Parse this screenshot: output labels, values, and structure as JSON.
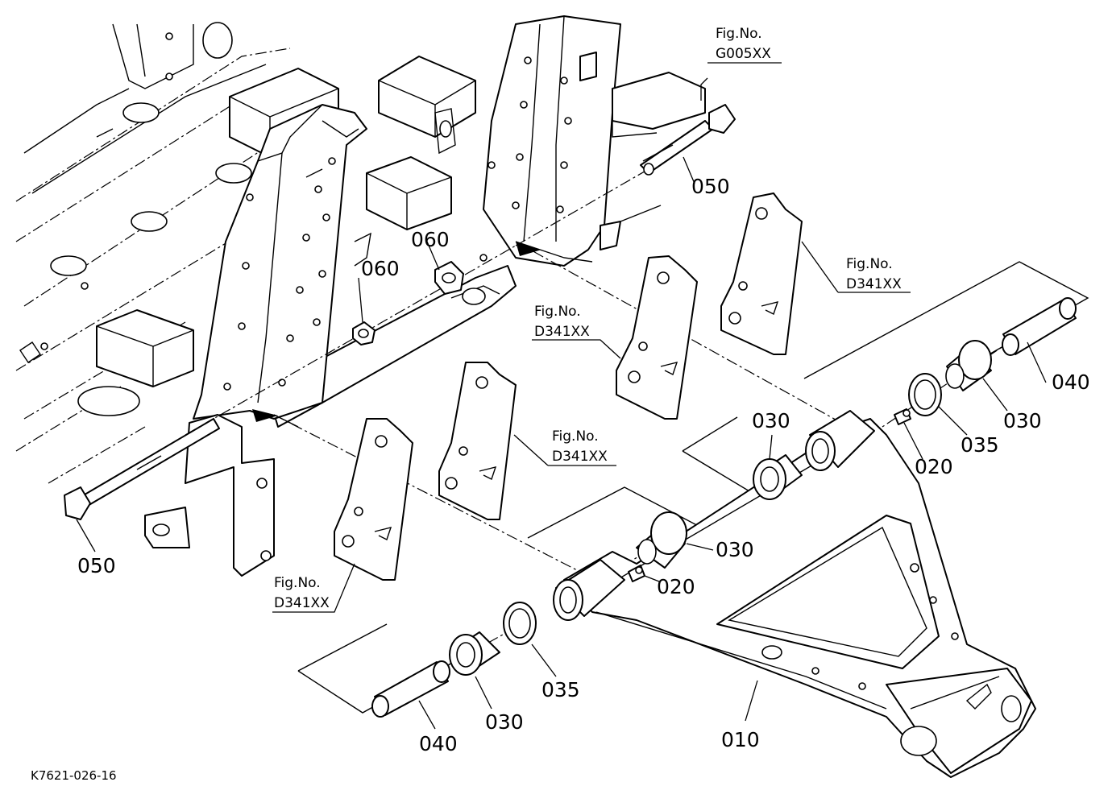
{
  "drawing_ref": "K7621-026-16",
  "part_labels": {
    "p010": "010",
    "p020a": "020",
    "p020b": "020",
    "p030a": "030",
    "p030b": "030",
    "p030c": "030",
    "p030d": "030",
    "p035a": "035",
    "p035b": "035",
    "p040a": "040",
    "p040b": "040",
    "p050a": "050",
    "p050b": "050",
    "p060a": "060",
    "p060b": "060"
  },
  "fig_refs": {
    "g005": {
      "title": "Fig.No.",
      "code": "G005XX"
    },
    "d341_right": {
      "title": "Fig.No.",
      "code": "D341XX"
    },
    "d341_midtop": {
      "title": "Fig.No.",
      "code": "D341XX"
    },
    "d341_mid": {
      "title": "Fig.No.",
      "code": "D341XX"
    },
    "d341_left": {
      "title": "Fig.No.",
      "code": "D341XX"
    }
  }
}
